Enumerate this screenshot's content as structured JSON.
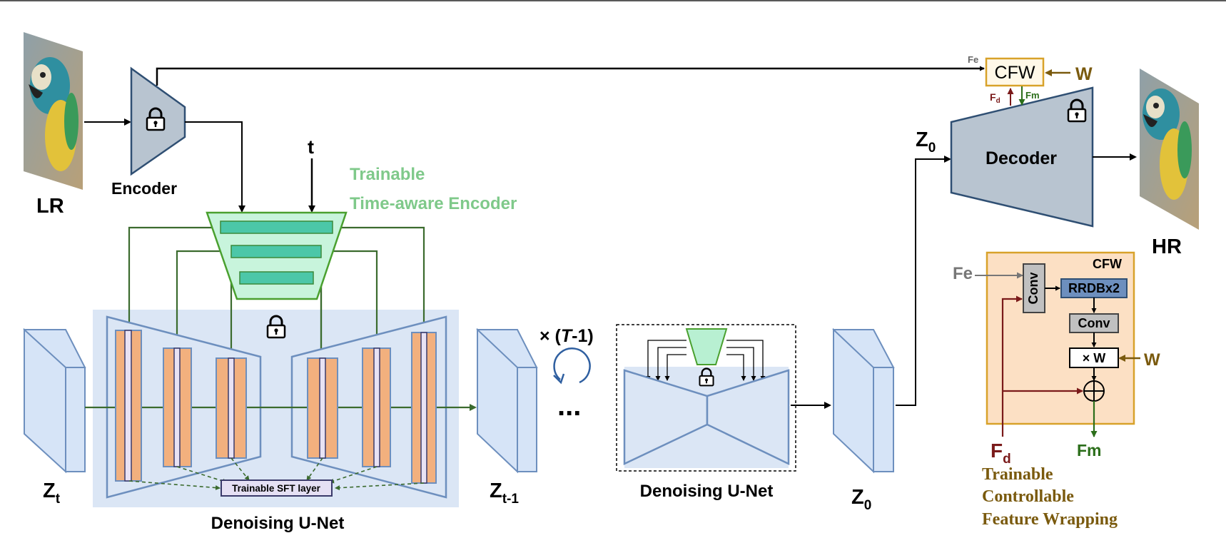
{
  "labels": {
    "lr": "LR",
    "hr": "HR",
    "encoder": "Encoder",
    "decoder": "Decoder",
    "t_input": "t",
    "trainable_line1": "Trainable",
    "trainable_line2": "Time-aware Encoder",
    "z": "Z",
    "sub_t": "t",
    "sub_t1": "t-1",
    "sub_0": "0",
    "repeat_times": "× (",
    "repeat_T": "T",
    "repeat_minus1": "-1)",
    "ellipsis": "...",
    "sft_layer": "Trainable SFT layer",
    "unet_main": "Denoising U-Net",
    "unet_small": "Denoising U-Net",
    "cfw_box": "CFW",
    "cfw_panel_title": "CFW",
    "fe": "Fe",
    "fd_f": "F",
    "fd_sub": "d",
    "fm": "Fm",
    "w": "W",
    "conv_vertical": "Conv",
    "rrdb": "RRDBx2",
    "conv": "Conv",
    "times_w": "× W",
    "cfw_caption_line1": "Trainable",
    "cfw_caption_line2": "Controllable",
    "cfw_caption_line3": "Feature Wrapping"
  },
  "icons": [
    "lock-icon",
    "cycle-arrow-icon",
    "plus-circle-icon",
    "parrot-image-lr",
    "parrot-image-hr"
  ],
  "colors": {
    "frozen_fill": "#b8c4d0",
    "frozen_stroke": "#2f4f73",
    "latent_fill": "#d6e4f7",
    "latent_stroke": "#6d8fbe",
    "unet_bg": "#dbe6f5",
    "block_fill": "#f2b07e",
    "trainable_green": "#8fd694",
    "trainable_text": "#7fc98a",
    "skip_green": "#3b6b2e",
    "cfw_gold": "#d8a22a",
    "cfw_panel_fill": "#fce0c4",
    "fd_red": "#7a1a1a",
    "fm_green": "#2b6e1a",
    "w_brown": "#7a5a0e"
  }
}
